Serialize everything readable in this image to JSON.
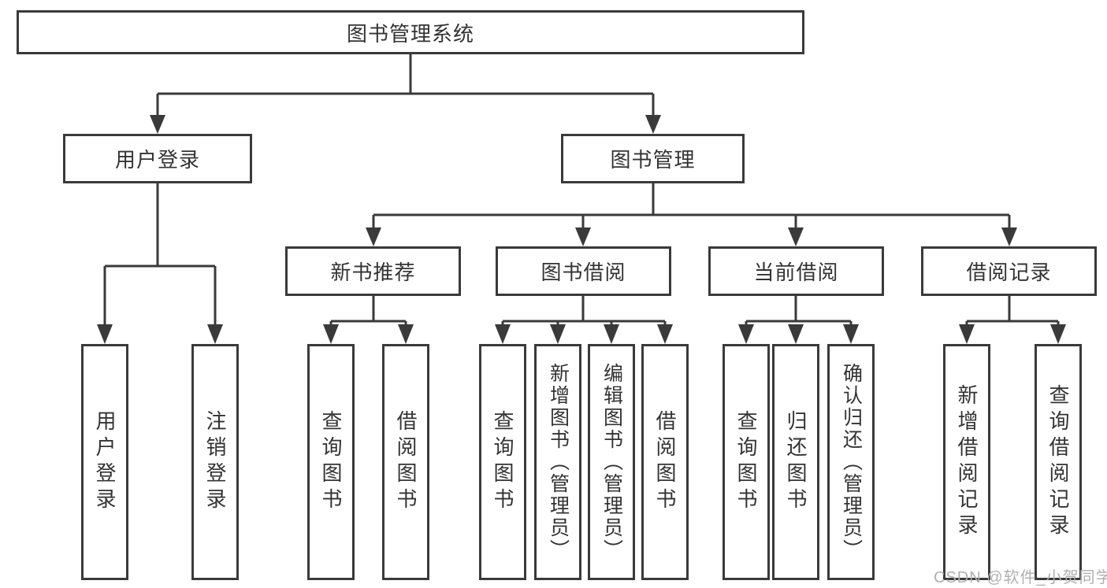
{
  "colors": {
    "line": "#3a3a3a",
    "text": "#333333",
    "background": "#ffffff",
    "watermark": "#b0b0b0"
  },
  "tree": {
    "root": "图书管理系统",
    "level2": [
      "用户登录",
      "图书管理"
    ],
    "level3": [
      "新书推荐",
      "图书借阅",
      "当前借阅",
      "借阅记录"
    ],
    "leaves": [
      "用户登录",
      "注销登录",
      "查询图书",
      "借阅图书",
      "查询图书",
      "新增图书（管理员）",
      "编辑图书（管理员）",
      "借阅图书",
      "查询图书",
      "归还图书",
      "确认归还（管理员）",
      "新增借阅记录",
      "查询借阅记录"
    ]
  },
  "watermark": "CSDN @软件_小贺同学"
}
